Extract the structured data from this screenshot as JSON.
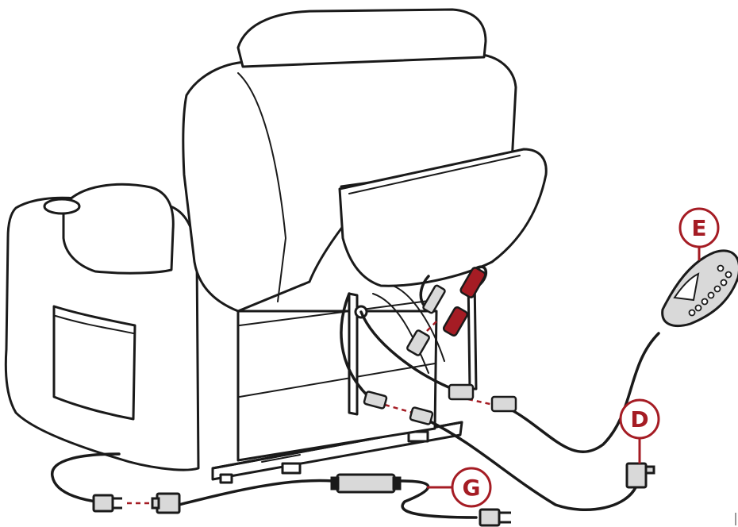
{
  "callouts": [
    {
      "id": "E",
      "label": "E"
    },
    {
      "id": "D",
      "label": "D"
    },
    {
      "id": "G",
      "label": "G"
    }
  ],
  "colors": {
    "outline": "#1a1a1a",
    "accent_red": "#a51c24",
    "connector_gray": "#d9d9d9",
    "background": "#ffffff"
  },
  "icons": {
    "chair": "power-lift-recliner-rear-view",
    "hand_control": "hand-control-remote-icon",
    "transformer": "power-transformer-icon",
    "plug": "wall-plug-icon",
    "power_supply": "inline-power-supply-icon"
  }
}
